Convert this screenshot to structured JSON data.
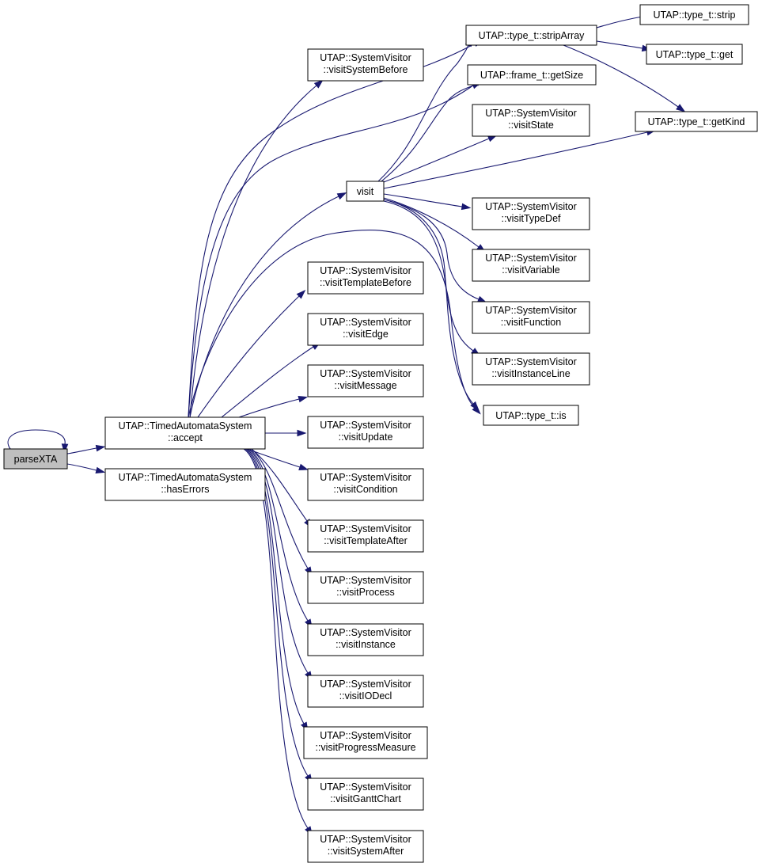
{
  "diagram": {
    "nodes": [
      {
        "id": "parseXTA",
        "lines": [
          "parseXTA"
        ],
        "root": true
      },
      {
        "id": "accept",
        "lines": [
          "UTAP::TimedAutomataSystem",
          "::accept"
        ]
      },
      {
        "id": "hasErrors",
        "lines": [
          "UTAP::TimedAutomataSystem",
          "::hasErrors"
        ]
      },
      {
        "id": "visitSystemBefore",
        "lines": [
          "UTAP::SystemVisitor",
          "::visitSystemBefore"
        ]
      },
      {
        "id": "visit",
        "lines": [
          "visit"
        ]
      },
      {
        "id": "visitTemplateBefore",
        "lines": [
          "UTAP::SystemVisitor",
          "::visitTemplateBefore"
        ]
      },
      {
        "id": "visitEdge",
        "lines": [
          "UTAP::SystemVisitor",
          "::visitEdge"
        ]
      },
      {
        "id": "visitMessage",
        "lines": [
          "UTAP::SystemVisitor",
          "::visitMessage"
        ]
      },
      {
        "id": "visitUpdate",
        "lines": [
          "UTAP::SystemVisitor",
          "::visitUpdate"
        ]
      },
      {
        "id": "visitCondition",
        "lines": [
          "UTAP::SystemVisitor",
          "::visitCondition"
        ]
      },
      {
        "id": "visitTemplateAfter",
        "lines": [
          "UTAP::SystemVisitor",
          "::visitTemplateAfter"
        ]
      },
      {
        "id": "visitProcess",
        "lines": [
          "UTAP::SystemVisitor",
          "::visitProcess"
        ]
      },
      {
        "id": "visitInstance",
        "lines": [
          "UTAP::SystemVisitor",
          "::visitInstance"
        ]
      },
      {
        "id": "visitIODecl",
        "lines": [
          "UTAP::SystemVisitor",
          "::visitIODecl"
        ]
      },
      {
        "id": "visitProgressMeasure",
        "lines": [
          "UTAP::SystemVisitor",
          "::visitProgressMeasure"
        ]
      },
      {
        "id": "visitGanttChart",
        "lines": [
          "UTAP::SystemVisitor",
          "::visitGanttChart"
        ]
      },
      {
        "id": "visitSystemAfter",
        "lines": [
          "UTAP::SystemVisitor",
          "::visitSystemAfter"
        ]
      },
      {
        "id": "stripArray",
        "lines": [
          "UTAP::type_t::stripArray"
        ]
      },
      {
        "id": "getSize",
        "lines": [
          "UTAP::frame_t::getSize"
        ]
      },
      {
        "id": "visitState",
        "lines": [
          "UTAP::SystemVisitor",
          "::visitState"
        ]
      },
      {
        "id": "visitTypeDef",
        "lines": [
          "UTAP::SystemVisitor",
          "::visitTypeDef"
        ]
      },
      {
        "id": "visitVariable",
        "lines": [
          "UTAP::SystemVisitor",
          "::visitVariable"
        ]
      },
      {
        "id": "visitFunction",
        "lines": [
          "UTAP::SystemVisitor",
          "::visitFunction"
        ]
      },
      {
        "id": "visitInstanceLine",
        "lines": [
          "UTAP::SystemVisitor",
          "::visitInstanceLine"
        ]
      },
      {
        "id": "is",
        "lines": [
          "UTAP::type_t::is"
        ]
      },
      {
        "id": "strip",
        "lines": [
          "UTAP::type_t::strip"
        ]
      },
      {
        "id": "get",
        "lines": [
          "UTAP::type_t::get"
        ]
      },
      {
        "id": "getKind",
        "lines": [
          "UTAP::type_t::getKind"
        ]
      }
    ],
    "edges": [
      {
        "from": "parseXTA",
        "to": "parseXTA"
      },
      {
        "from": "parseXTA",
        "to": "accept"
      },
      {
        "from": "parseXTA",
        "to": "hasErrors"
      },
      {
        "from": "accept",
        "to": "visitSystemBefore"
      },
      {
        "from": "accept",
        "to": "stripArray"
      },
      {
        "from": "accept",
        "to": "getSize"
      },
      {
        "from": "accept",
        "to": "visit"
      },
      {
        "from": "accept",
        "to": "is"
      },
      {
        "from": "accept",
        "to": "visitTemplateBefore"
      },
      {
        "from": "accept",
        "to": "visitEdge"
      },
      {
        "from": "accept",
        "to": "visitMessage"
      },
      {
        "from": "accept",
        "to": "visitUpdate"
      },
      {
        "from": "accept",
        "to": "visitCondition"
      },
      {
        "from": "accept",
        "to": "visitTemplateAfter"
      },
      {
        "from": "accept",
        "to": "visitProcess"
      },
      {
        "from": "accept",
        "to": "visitInstance"
      },
      {
        "from": "accept",
        "to": "visitIODecl"
      },
      {
        "from": "accept",
        "to": "visitProgressMeasure"
      },
      {
        "from": "accept",
        "to": "visitGanttChart"
      },
      {
        "from": "accept",
        "to": "visitSystemAfter"
      },
      {
        "from": "visit",
        "to": "stripArray"
      },
      {
        "from": "visit",
        "to": "getSize"
      },
      {
        "from": "visit",
        "to": "visitState"
      },
      {
        "from": "visit",
        "to": "getKind"
      },
      {
        "from": "visit",
        "to": "visitTypeDef"
      },
      {
        "from": "visit",
        "to": "visitVariable"
      },
      {
        "from": "visit",
        "to": "visitFunction"
      },
      {
        "from": "visit",
        "to": "visitInstanceLine"
      },
      {
        "from": "visit",
        "to": "is"
      },
      {
        "from": "stripArray",
        "to": "strip"
      },
      {
        "from": "stripArray",
        "to": "get"
      },
      {
        "from": "stripArray",
        "to": "getKind"
      }
    ],
    "colors": {
      "edge": "#191970",
      "root_fill": "#bfbfbf",
      "node_fill": "#ffffff",
      "border": "#000000"
    }
  }
}
